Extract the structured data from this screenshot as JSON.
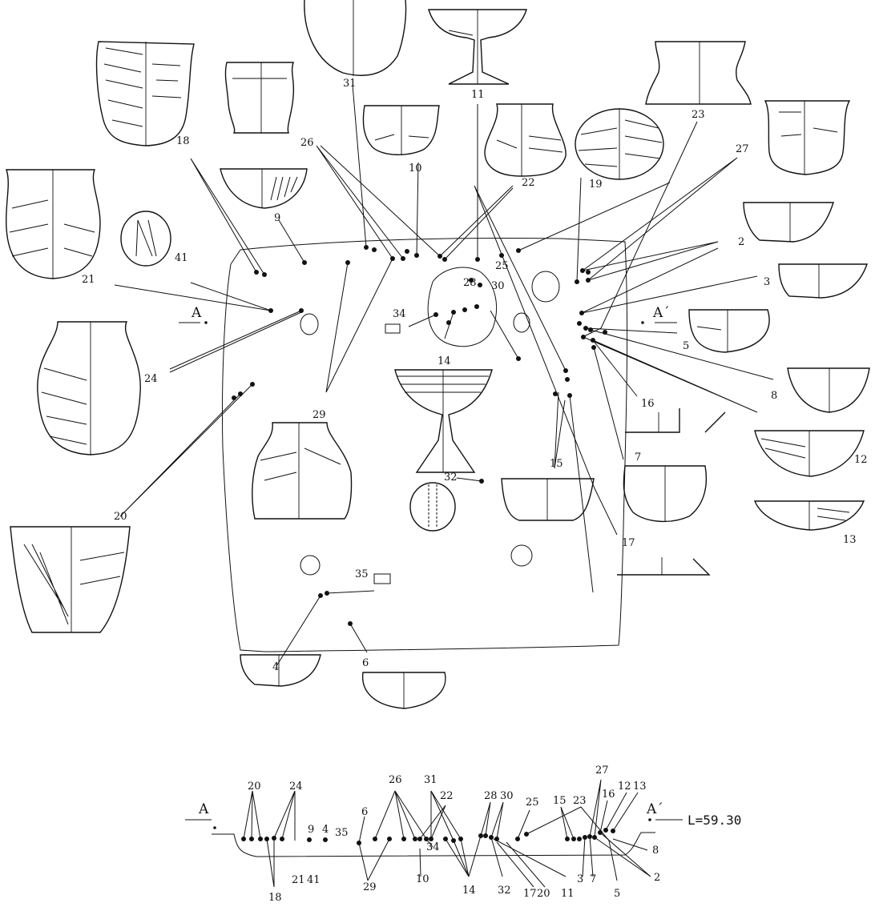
{
  "pit": {
    "label_left": "A",
    "label_right": "A´",
    "finds": [
      {
        "no": "2"
      },
      {
        "no": "3"
      },
      {
        "no": "4"
      },
      {
        "no": "5"
      },
      {
        "no": "6"
      },
      {
        "no": "7"
      },
      {
        "no": "8"
      },
      {
        "no": "9"
      },
      {
        "no": "10"
      },
      {
        "no": "11"
      },
      {
        "no": "12"
      },
      {
        "no": "13"
      },
      {
        "no": "14"
      },
      {
        "no": "15"
      },
      {
        "no": "16"
      },
      {
        "no": "17"
      },
      {
        "no": "18"
      },
      {
        "no": "19"
      },
      {
        "no": "20"
      },
      {
        "no": "21"
      },
      {
        "no": "22"
      },
      {
        "no": "23"
      },
      {
        "no": "24"
      },
      {
        "no": "25"
      },
      {
        "no": "26"
      },
      {
        "no": "27"
      },
      {
        "no": "28"
      },
      {
        "no": "29"
      },
      {
        "no": "30"
      },
      {
        "no": "31"
      },
      {
        "no": "32"
      },
      {
        "no": "34"
      },
      {
        "no": "35"
      },
      {
        "no": "41"
      }
    ]
  },
  "section": {
    "label_left": "A",
    "label_right": "A´",
    "level": "L=59.30",
    "top_labels": [
      "20",
      "24",
      "9",
      "4",
      "35",
      "6",
      "26",
      "31",
      "22",
      "28",
      "30",
      "25",
      "15",
      "23",
      "27",
      "16",
      "12",
      "13"
    ],
    "bottom_labels": [
      "18",
      "21",
      "41",
      "29",
      "10",
      "34",
      "14",
      "32",
      "17",
      "20",
      "11",
      "3",
      "7",
      "5",
      "8",
      "2"
    ]
  }
}
